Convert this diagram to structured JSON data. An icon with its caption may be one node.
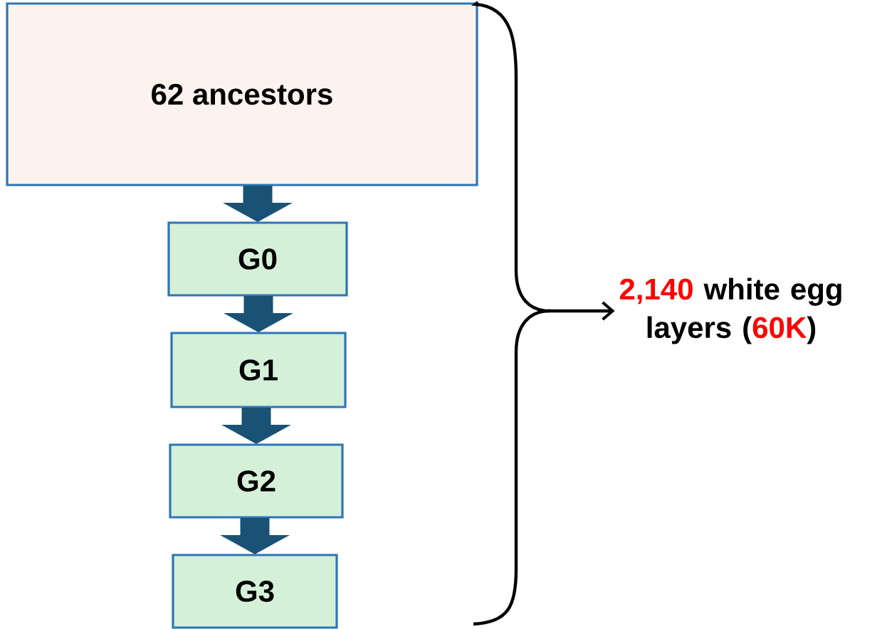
{
  "diagram": {
    "nodes": [
      {
        "text": [
          "62 ancestors"
        ]
      },
      {
        "text": [
          "G0"
        ]
      },
      {
        "text": [
          "G1"
        ]
      },
      {
        "text": [
          "G2"
        ]
      },
      {
        "text": [
          "G3"
        ]
      },
      {
        "text": [
          "2,140",
          "white egg layers (",
          "60K",
          ")"
        ]
      }
    ],
    "edges": [
      {
        "from": 0,
        "to": 1,
        "arrow": "to",
        "style": "thick"
      },
      {
        "from": 1,
        "to": 2,
        "arrow": "to",
        "style": "thick"
      },
      {
        "from": 2,
        "to": 3,
        "arrow": "to",
        "style": "thick"
      },
      {
        "from": 3,
        "to": 4,
        "arrow": "to",
        "style": "thick"
      },
      {
        "from": 0,
        "to": 5,
        "arrow": "to",
        "color": "#000000"
      }
    ]
  }
}
